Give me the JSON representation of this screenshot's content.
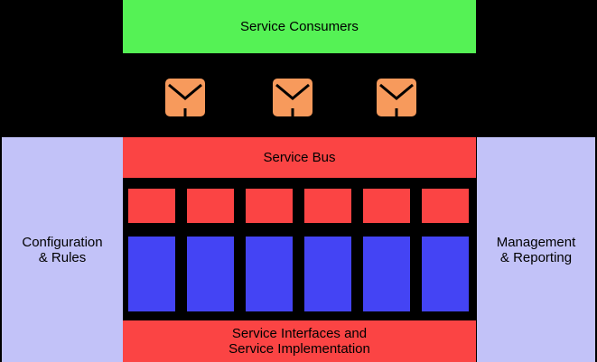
{
  "diagram": {
    "title_blocks": {
      "consumers": {
        "label": "Service Consumers",
        "color": "#55f255"
      },
      "service_bus": {
        "label": "Service Bus",
        "color": "#fb4444"
      },
      "implementation": {
        "label": "Service Interfaces and\nService Implementation",
        "color": "#fb4444"
      },
      "left_panel": {
        "label": "Configuration\n& Rules",
        "color": "#c2c2f8"
      },
      "right_panel": {
        "label": "Management\n& Reporting",
        "color": "#c2c2f8"
      }
    },
    "connectors": [
      {
        "icon": "envelope-icon",
        "color": "#f79a5c"
      },
      {
        "icon": "envelope-icon",
        "color": "#f79a5c"
      },
      {
        "icon": "envelope-icon",
        "color": "#f79a5c"
      }
    ],
    "service_columns": [
      {
        "interface_color": "#fb4444",
        "implementation_color": "#4444f4"
      },
      {
        "interface_color": "#fb4444",
        "implementation_color": "#4444f4"
      },
      {
        "interface_color": "#fb4444",
        "implementation_color": "#4444f4"
      },
      {
        "interface_color": "#fb4444",
        "implementation_color": "#4444f4"
      },
      {
        "interface_color": "#fb4444",
        "implementation_color": "#4444f4"
      },
      {
        "interface_color": "#fb4444",
        "implementation_color": "#4444f4"
      }
    ],
    "background_color": "#000000",
    "text_color": "#000000"
  }
}
